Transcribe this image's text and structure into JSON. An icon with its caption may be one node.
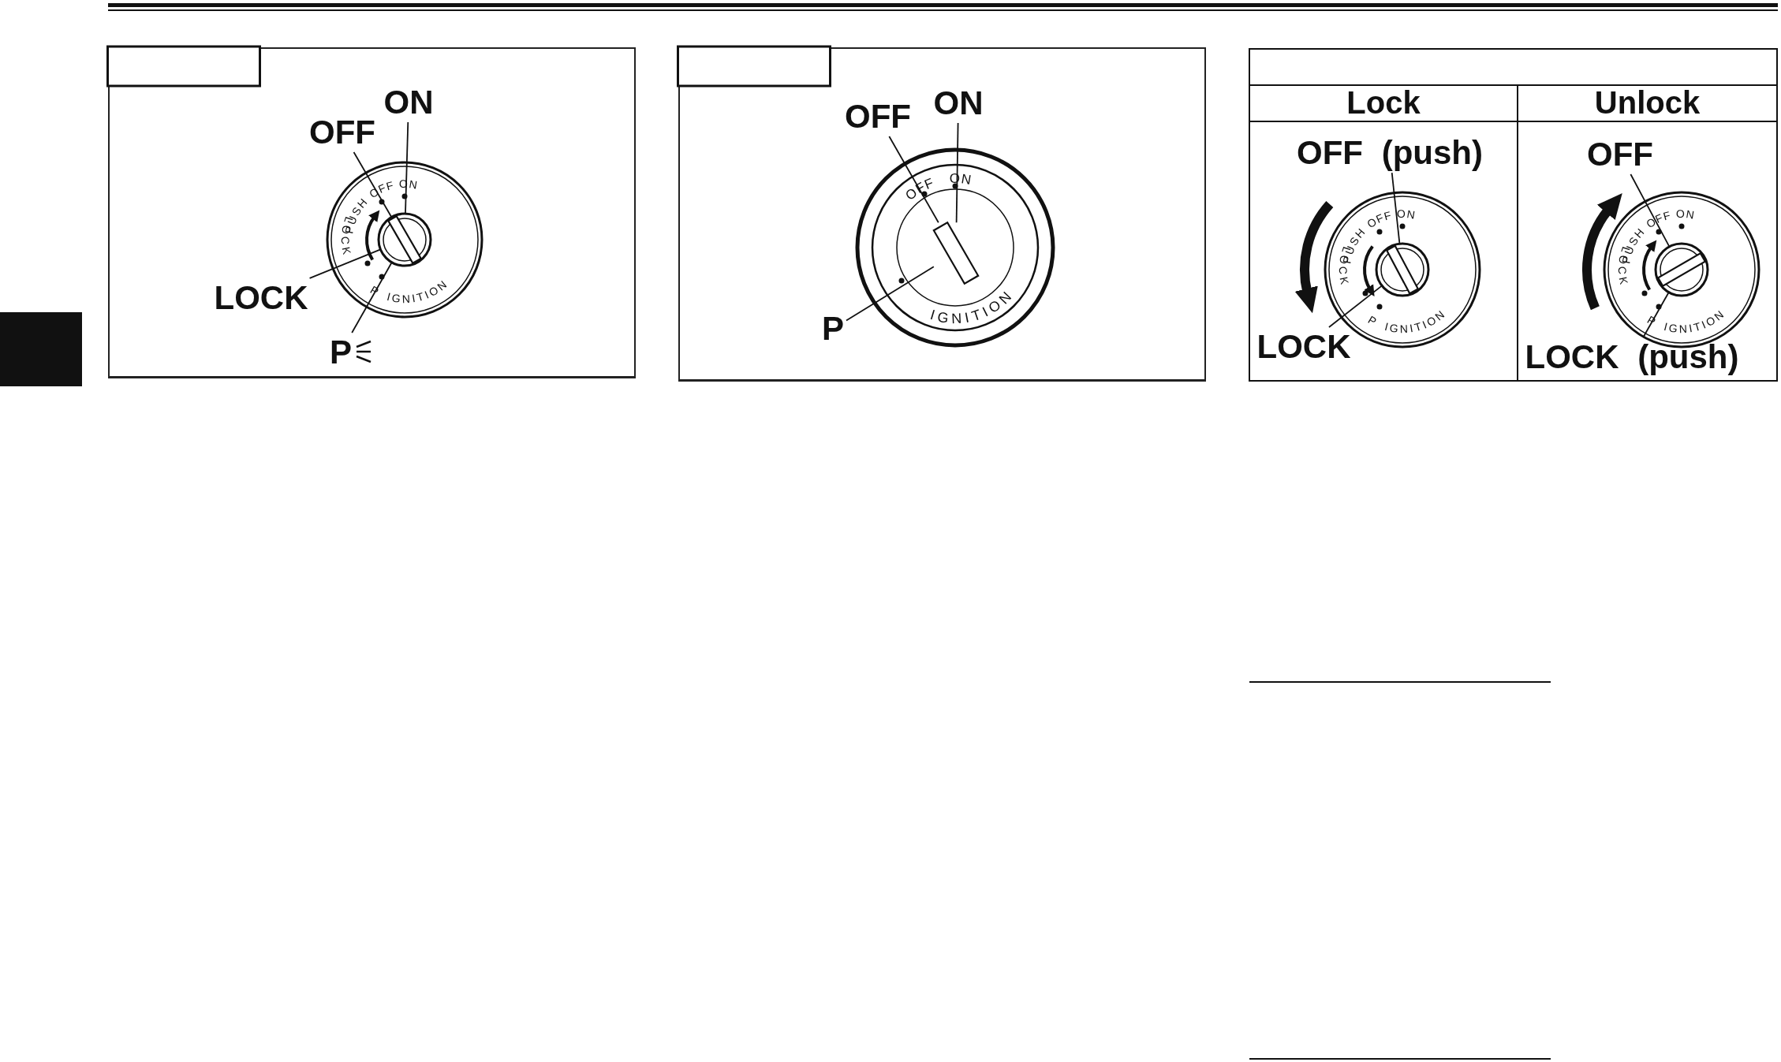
{
  "diagram": {
    "nodes": [
      {
        "text": [
          "ON"
        ]
      },
      {
        "text": [
          "OFF"
        ]
      },
      {
        "text": [
          "LOCK"
        ]
      },
      {
        "text": [
          "P"
        ]
      },
      {
        "text": [
          "OFF"
        ]
      },
      {
        "text": [
          "ON"
        ]
      },
      {
        "text": [
          "P"
        ]
      },
      {
        "text": [
          "OFF (push)"
        ]
      },
      {
        "text": [
          "LOCK"
        ]
      },
      {
        "text": [
          "OFF"
        ]
      },
      {
        "text": [
          "LOCK (push)"
        ]
      },
      {
        "text": [],
        "shape": "circle"
      },
      {
        "text": [],
        "shape": "box"
      },
      {
        "text": [],
        "shape": "circle"
      },
      {
        "text": [],
        "shape": "circle"
      },
      {
        "text": [],
        "shape": "box"
      },
      {
        "text": [],
        "shape": "box"
      }
    ],
    "edges": [
      {
        "from": 0,
        "to": 11,
        "arrow": "none"
      },
      {
        "from": 1,
        "to": 11,
        "arrow": "none"
      },
      {
        "from": 2,
        "to": 11,
        "arrow": "none"
      },
      {
        "from": 3,
        "to": 11,
        "arrow": "none"
      },
      {
        "from": 4,
        "to": 12,
        "arrow": "none"
      },
      {
        "from": 5,
        "to": 12,
        "arrow": "none"
      },
      {
        "from": 6,
        "to": 12,
        "arrow": "none"
      },
      {
        "from": 7,
        "to": 13,
        "arrow": "none"
      },
      {
        "from": 8,
        "to": 13,
        "arrow": "none"
      },
      {
        "from": 9,
        "to": 14,
        "arrow": "none"
      },
      {
        "from": 10,
        "to": 14,
        "arrow": "none"
      }
    ],
    "labels": [
      "PUSH",
      "OFF",
      "ON",
      "LOCK",
      "P",
      "IGNITION",
      "OFF",
      "ON",
      "IGNITION",
      "Lock",
      "Unlock",
      "PUSH",
      "OFF",
      "ON",
      "LOCK",
      "P",
      "IGNITION",
      "PUSH",
      "OFF",
      "ON",
      "LOCK",
      "P",
      "IGNITION"
    ]
  }
}
